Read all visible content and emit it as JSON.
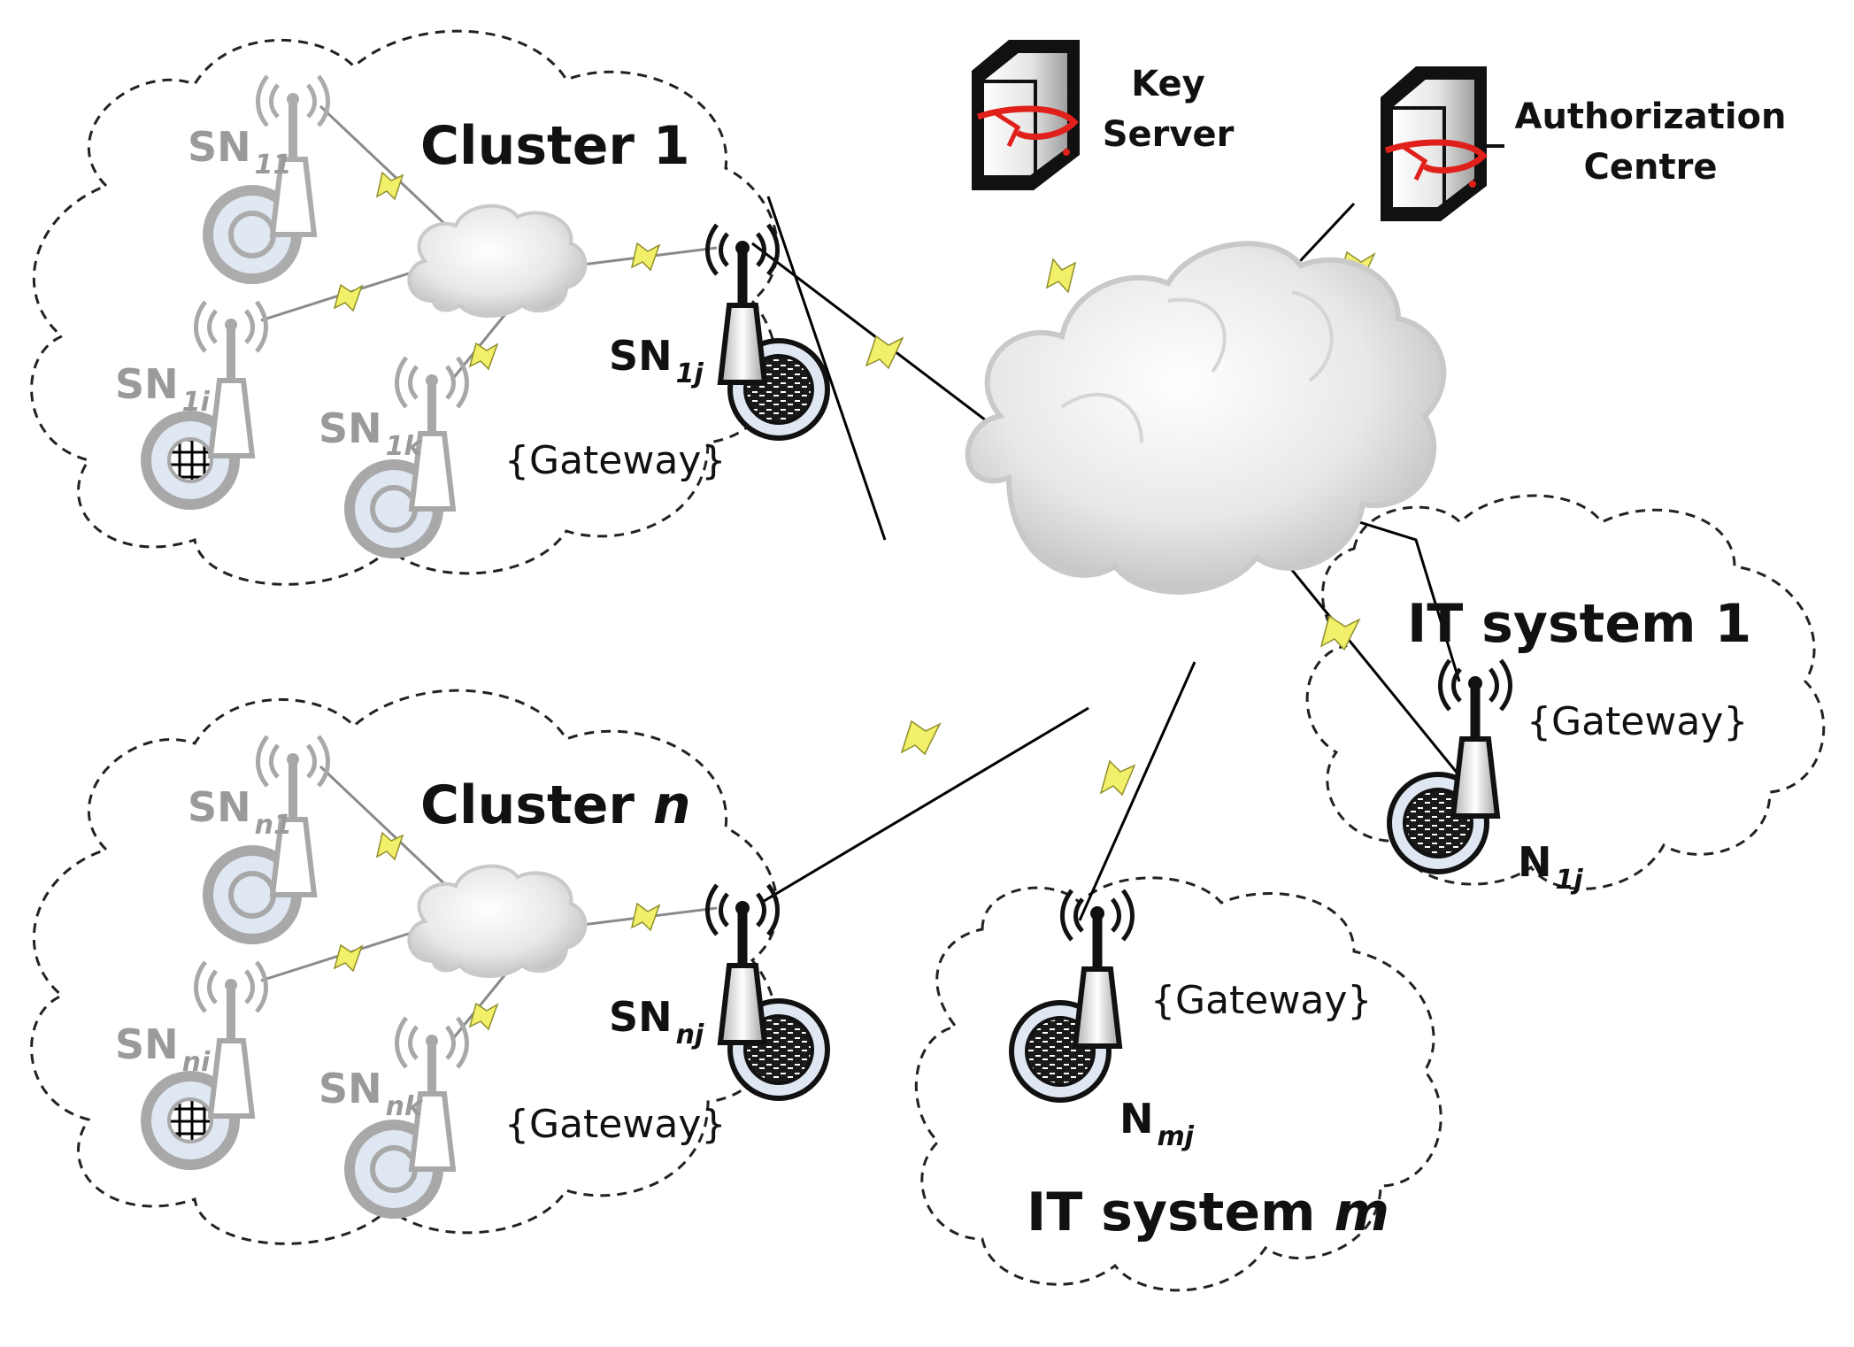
{
  "clusters": [
    {
      "title": "Cluster 1",
      "gateway_label": "{Gateway}",
      "gateway_node": {
        "base": "SN",
        "sub": "1j"
      },
      "nodes": [
        {
          "base": "SN",
          "sub": "11"
        },
        {
          "base": "SN",
          "sub": "1i"
        },
        {
          "base": "SN",
          "sub": "1k"
        }
      ]
    },
    {
      "title": "Cluster ",
      "title_italic": "n",
      "gateway_label": "{Gateway}",
      "gateway_node": {
        "base": "SN",
        "sub": "nj"
      },
      "nodes": [
        {
          "base": "SN",
          "sub": "n1"
        },
        {
          "base": "SN",
          "sub": "ni"
        },
        {
          "base": "SN",
          "sub": "nk"
        }
      ]
    }
  ],
  "it_systems": [
    {
      "title": "IT system 1",
      "gateway_label": "{Gateway}",
      "node": {
        "base": "N",
        "sub": "1j"
      }
    },
    {
      "title": "IT system ",
      "title_italic": "m",
      "gateway_label": "{Gateway}",
      "node": {
        "base": "N",
        "sub": "mj"
      }
    }
  ],
  "servers": [
    {
      "line1": "Key",
      "line2": "Server",
      "icon": "server-icon"
    },
    {
      "line1": "Authorization",
      "line2": "Centre",
      "icon": "server-icon"
    }
  ],
  "colors": {
    "active": "#111111",
    "inactive": "#9a9a9a",
    "bolt": "#f2f06a",
    "disk_fill": "#dfe7f2",
    "key_arrow": "#e0201b"
  }
}
